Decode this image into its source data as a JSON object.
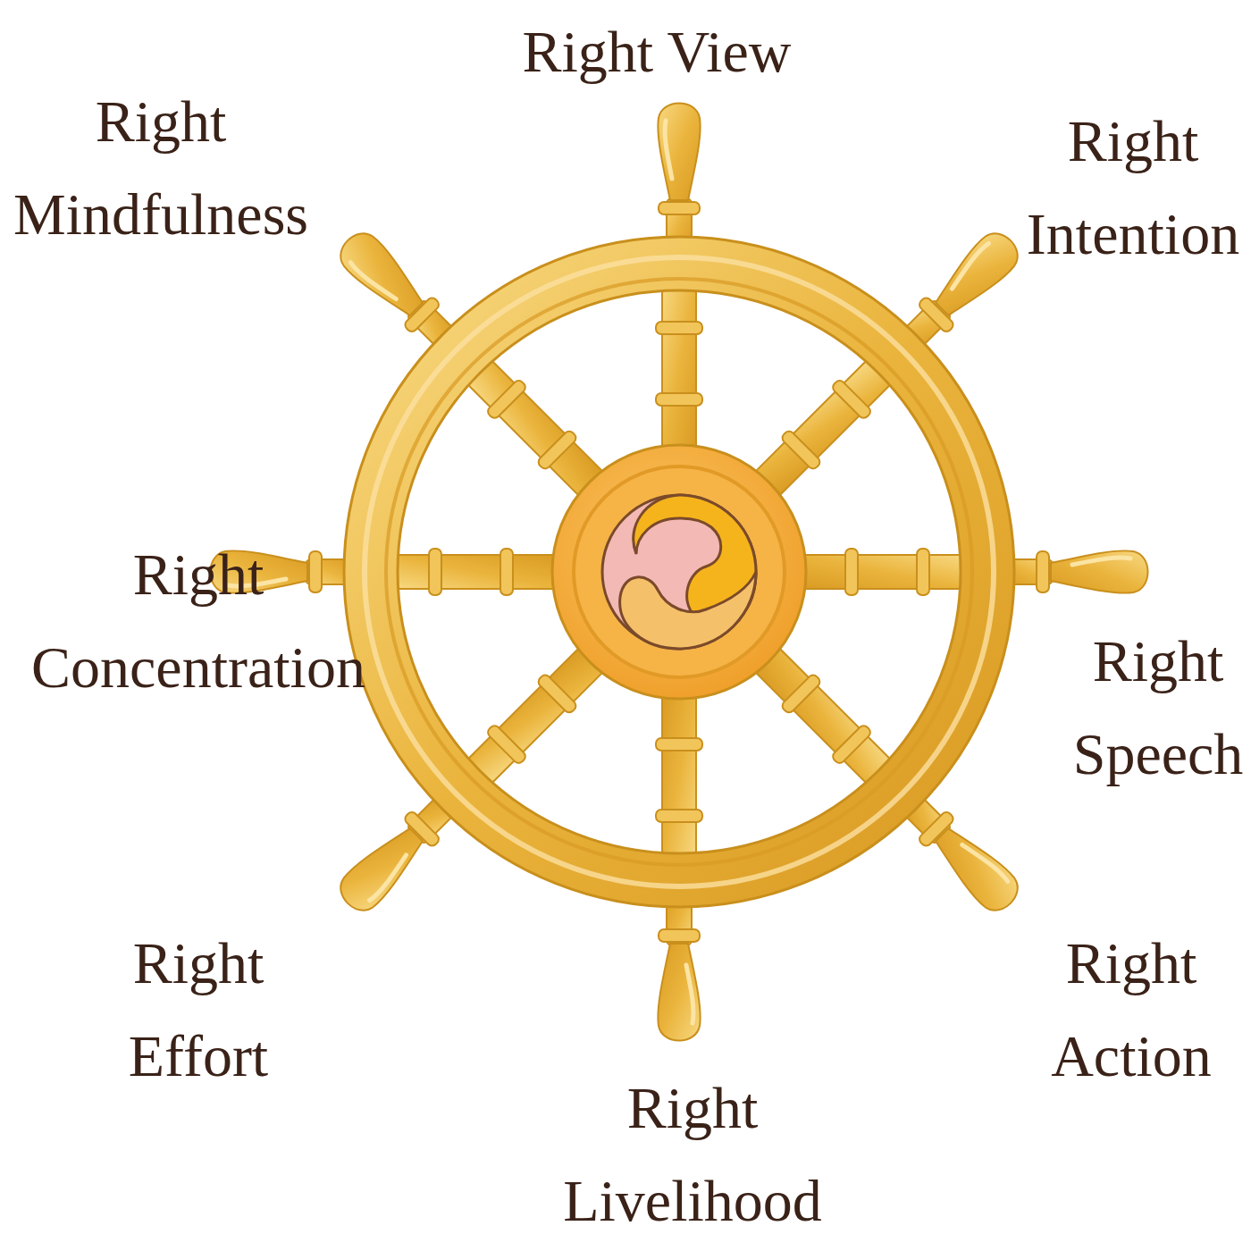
{
  "diagram": {
    "labels": [
      "Right View",
      "Right Mindfulness",
      "Right Intention",
      "Right Concentration",
      "Right Speech",
      "Right Effort",
      "Right Action",
      "Right Livelihood"
    ]
  }
}
